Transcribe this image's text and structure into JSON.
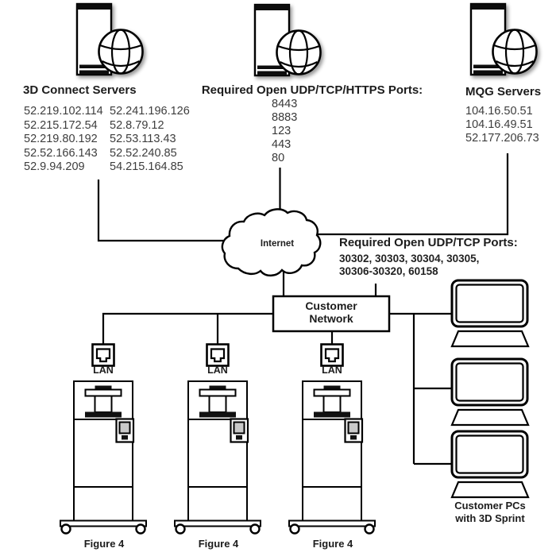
{
  "colors": {
    "line": "#000000",
    "heading_text": "#1c1c1c",
    "body_text": "#3d3d3d",
    "panel_screen_gray": "#c9c9c9",
    "background": "#ffffff"
  },
  "icons": {
    "server_globe": "server-globe-icon",
    "cloud": "internet-cloud-icon",
    "lan_port": "lan-rj45-port-icon",
    "printer": "3d-printer-cart-icon",
    "pc": "monitor-icon"
  },
  "servers_left": {
    "title": "3D Connect Servers",
    "ips_col1": [
      "52.219.102.114",
      "52.215.172.54",
      "52.219.80.192",
      "52.52.166.143",
      "52.9.94.209"
    ],
    "ips_col2": [
      "52.241.196.126",
      "52.8.79.12",
      "52.53.113.43",
      "52.52.240.85",
      "54.215.164.85"
    ]
  },
  "ports_center": {
    "title": "Required Open UDP/TCP/HTTPS Ports:",
    "ports": [
      "8443",
      "8883",
      "123",
      "443",
      "80"
    ]
  },
  "servers_right": {
    "title": "MQG Servers",
    "ips": [
      "104.16.50.51",
      "104.16.49.51",
      "52.177.206.73"
    ]
  },
  "internet": {
    "label": "Internet"
  },
  "ports_right": {
    "title": "Required Open UDP/TCP Ports:",
    "line1": "30302, 30303, 30304, 30305,",
    "line2": "30306-30320, 60158"
  },
  "customer_network": {
    "line1": "Customer",
    "line2": "Network"
  },
  "lan": {
    "label": "LAN"
  },
  "printers": [
    {
      "caption": "Figure 4"
    },
    {
      "caption": "Figure 4"
    },
    {
      "caption": "Figure 4"
    }
  ],
  "customer_pcs": {
    "line1": "Customer PCs",
    "line2": "with 3D Sprint"
  }
}
